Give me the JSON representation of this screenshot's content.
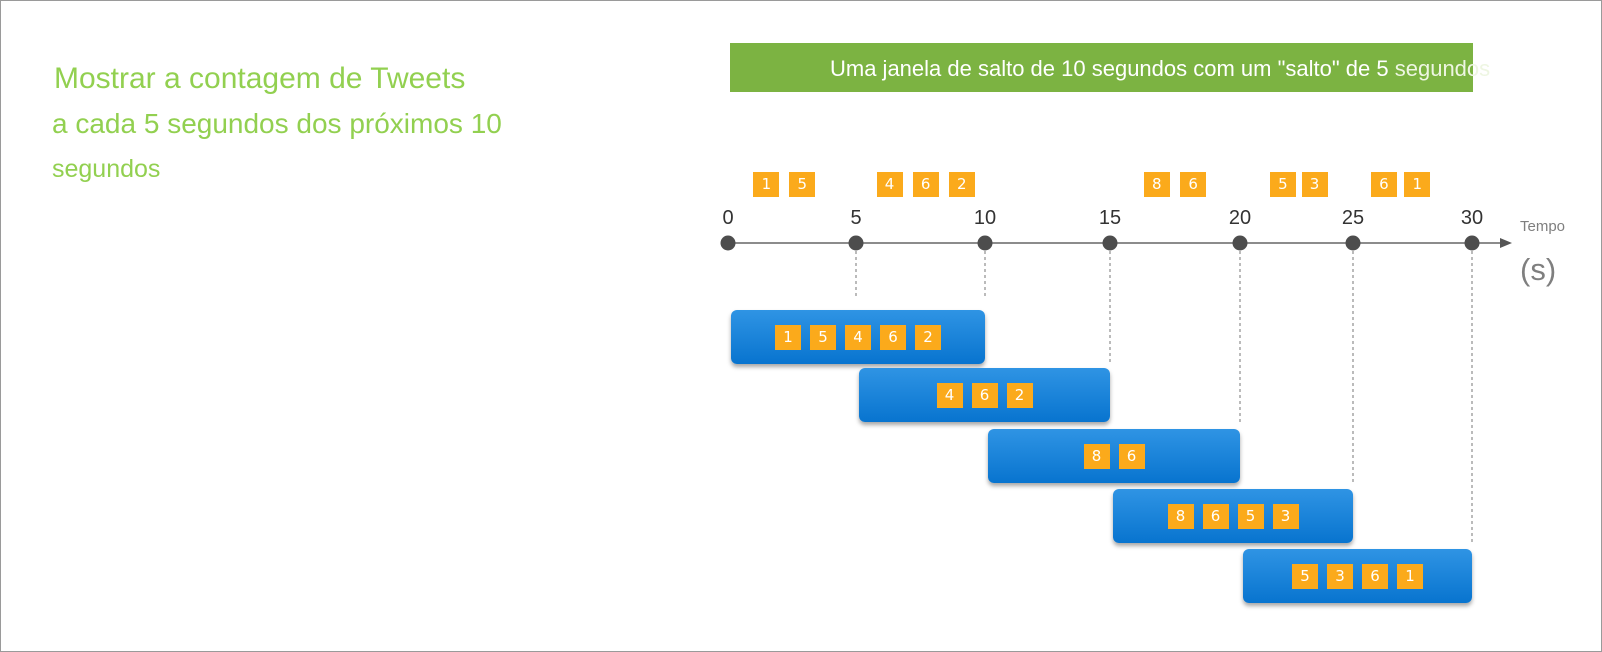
{
  "caption": {
    "line1": "Mostrar a contagem de Tweets",
    "line2": "a cada 5 segundos dos próximos 10",
    "line3": "segundos"
  },
  "banner": {
    "text_inside": "Uma janela de salto de 10 segundos com um \"salto\" de 5",
    "text_outside": " segundos",
    "color": "#7cb342"
  },
  "timeline": {
    "ticks": [
      "0",
      "5",
      "10",
      "15",
      "20",
      "25",
      "30"
    ],
    "axis_label": "Tempo",
    "unit_label": "(s)",
    "tick_values": [
      0,
      5,
      10,
      15,
      20,
      25,
      30
    ]
  },
  "events": [
    {
      "value": "1",
      "time": 1.5
    },
    {
      "value": "5",
      "time": 2.9
    },
    {
      "value": "4",
      "time": 6.3
    },
    {
      "value": "6",
      "time": 7.7
    },
    {
      "value": "2",
      "time": 9.1
    },
    {
      "value": "8",
      "time": 16.8
    },
    {
      "value": "6",
      "time": 18.2
    },
    {
      "value": "5",
      "time": 21.9
    },
    {
      "value": "3",
      "time": 23.3
    },
    {
      "value": "6",
      "time": 26.3
    },
    {
      "value": "1",
      "time": 27.7
    }
  ],
  "windows": [
    {
      "start": 0,
      "end": 10,
      "values": [
        "1",
        "5",
        "4",
        "6",
        "2"
      ]
    },
    {
      "start": 5,
      "end": 15,
      "values": [
        "4",
        "6",
        "2"
      ]
    },
    {
      "start": 10,
      "end": 20,
      "values": [
        "8",
        "6"
      ]
    },
    {
      "start": 15,
      "end": 25,
      "values": [
        "8",
        "6",
        "5",
        "3"
      ]
    },
    {
      "start": 20,
      "end": 30,
      "values": [
        "5",
        "3",
        "6",
        "1"
      ]
    }
  ],
  "colors": {
    "caption": "#92d050",
    "tweet": "#fbaa1b",
    "window": "#0a7bd6",
    "axis": "#555555"
  }
}
